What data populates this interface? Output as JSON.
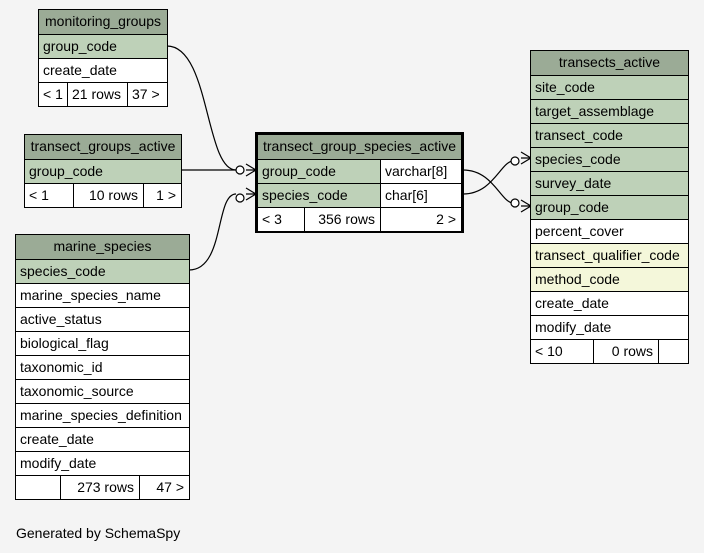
{
  "monitoring_groups": {
    "title": "monitoring_groups",
    "columns": [
      "group_code",
      "create_date"
    ],
    "footer": [
      "< 1",
      "21 rows",
      "37 >"
    ]
  },
  "transect_groups_active": {
    "title": "transect_groups_active",
    "columns": [
      "group_code"
    ],
    "footer": [
      "< 1",
      "10 rows",
      "1 >"
    ]
  },
  "marine_species": {
    "title": "marine_species",
    "columns": [
      "species_code",
      "marine_species_name",
      "active_status",
      "biological_flag",
      "taxonomic_id",
      "taxonomic_source",
      "marine_species_definition",
      "create_date",
      "modify_date"
    ],
    "footer": [
      "",
      "273 rows",
      "47 >"
    ]
  },
  "transect_group_species_active": {
    "title": "transect_group_species_active",
    "columns": [
      {
        "name": "group_code",
        "type": "varchar[8]"
      },
      {
        "name": "species_code",
        "type": "char[6]"
      }
    ],
    "footer": [
      "< 3",
      "356 rows",
      "2 >"
    ]
  },
  "transects_active": {
    "title": "transects_active",
    "columns": [
      "site_code",
      "target_assemblage",
      "transect_code",
      "species_code",
      "survey_date",
      "group_code",
      "percent_cover",
      "transect_qualifier_code",
      "method_code",
      "create_date",
      "modify_date"
    ],
    "footer": [
      "< 10",
      "0 rows",
      ""
    ]
  },
  "generated_by": "Generated by SchemaSpy",
  "colors": {
    "header": "#9bab96",
    "key_column": "#bed1b8",
    "index_column": "#f4f7da",
    "plain_column": "#ffffff",
    "background": "#f4f4f4"
  }
}
